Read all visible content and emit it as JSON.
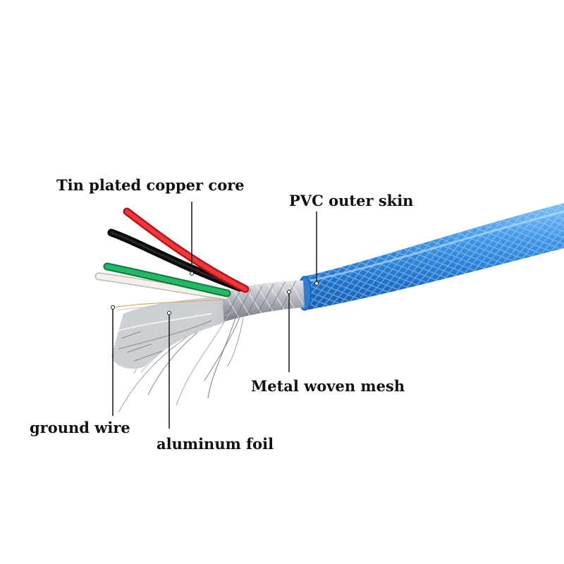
{
  "labels": {
    "tin_plated_copper_core": "Tin plated copper core",
    "pvc_outer_skin": "PVC outer skin",
    "metal_woven_mesh": "Metal woven mesh",
    "ground_wire": "ground wire",
    "aluminum_foil": "aluminum foil"
  },
  "colors": {
    "pvc_jacket": "#3a8fe0",
    "red_wire": "#e8262a",
    "black_wire": "#141414",
    "green_wire": "#1aa35a",
    "white_wire": "#f2eee8",
    "mesh": "#b9bcc2",
    "callout_line": "#222222"
  }
}
